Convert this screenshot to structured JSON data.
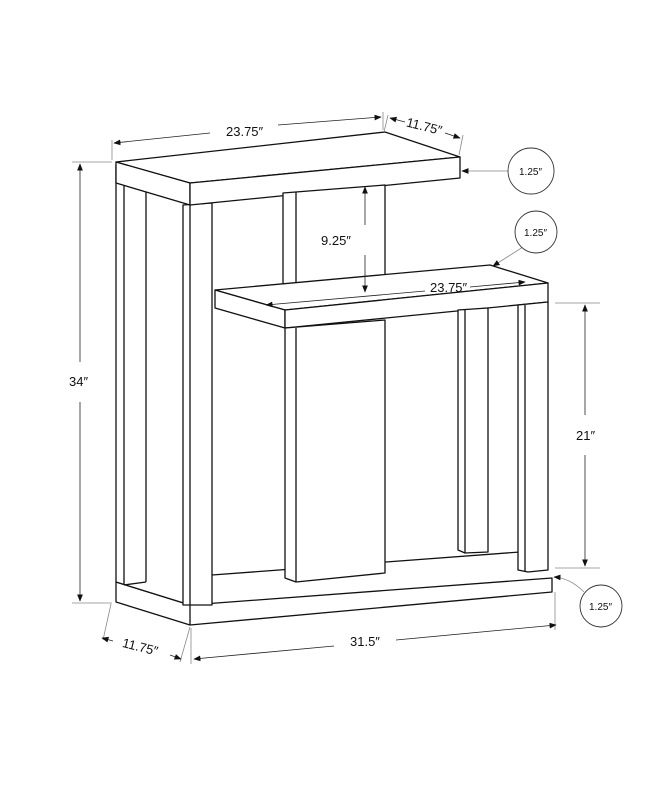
{
  "diagram": {
    "subject": "Side table / console with two offset shelves",
    "colors": {
      "line": "#111111",
      "background": "#ffffff",
      "extension": "#888888"
    },
    "dimensions": {
      "top_width": "23.75″",
      "top_depth": "11.75″",
      "top_thickness": "1.25″",
      "upper_opening_height": "9.25″",
      "middle_shelf_width": "23.75″",
      "middle_shelf_thickness": "1.25″",
      "overall_height": "34″",
      "lower_opening_height": "21″",
      "base_thickness": "1.25″",
      "base_depth": "11.75″",
      "base_width": "31.5″"
    }
  }
}
